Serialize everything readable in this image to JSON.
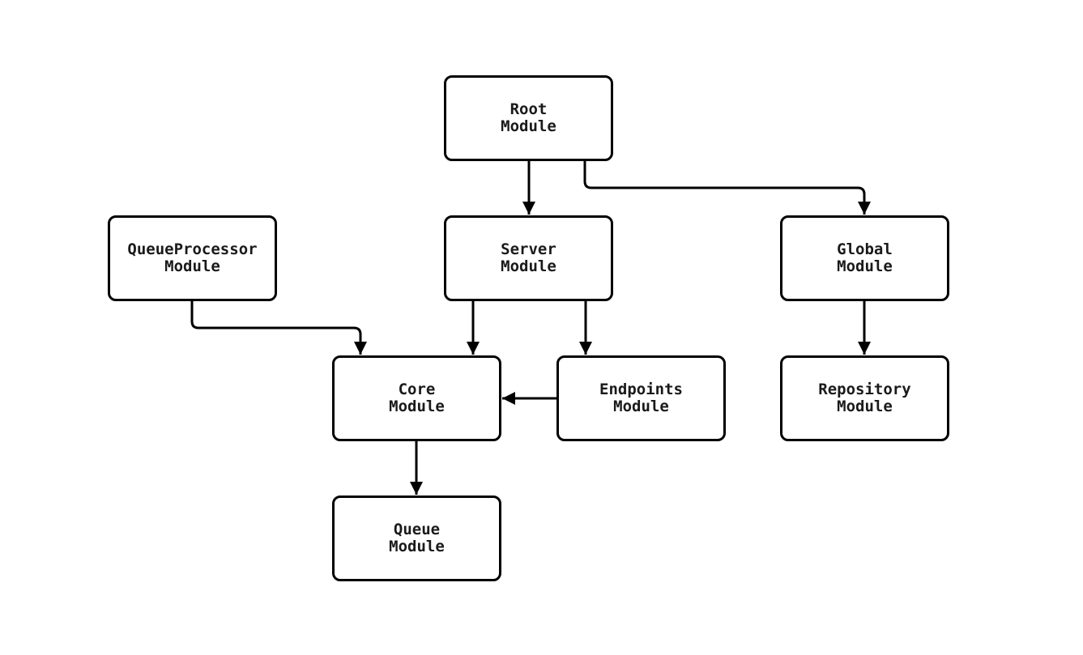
{
  "diagram": {
    "type": "flowchart",
    "direction": "top-down",
    "nodes": {
      "root": {
        "label": "Root\nModule"
      },
      "server": {
        "label": "Server\nModule"
      },
      "global": {
        "label": "Global\nModule"
      },
      "queueprocessor": {
        "label": "QueueProcessor\nModule"
      },
      "core": {
        "label": "Core\nModule"
      },
      "endpoints": {
        "label": "Endpoints\nModule"
      },
      "repository": {
        "label": "Repository\nModule"
      },
      "queue": {
        "label": "Queue\nModule"
      }
    },
    "edges": [
      {
        "from": "Root Module",
        "to": "Server Module"
      },
      {
        "from": "Root Module",
        "to": "Global Module"
      },
      {
        "from": "QueueProcessor Module",
        "to": "Core Module"
      },
      {
        "from": "Server Module",
        "to": "Core Module"
      },
      {
        "from": "Server Module",
        "to": "Endpoints Module"
      },
      {
        "from": "Endpoints Module",
        "to": "Core Module"
      },
      {
        "from": "Global Module",
        "to": "Repository Module"
      },
      {
        "from": "Core Module",
        "to": "Queue Module"
      }
    ],
    "colors": {
      "background": "#ffffff",
      "node_fill": "#ffffff",
      "node_border": "#000000",
      "node_text": "#1a1a1a",
      "arrow": "#000000"
    }
  }
}
